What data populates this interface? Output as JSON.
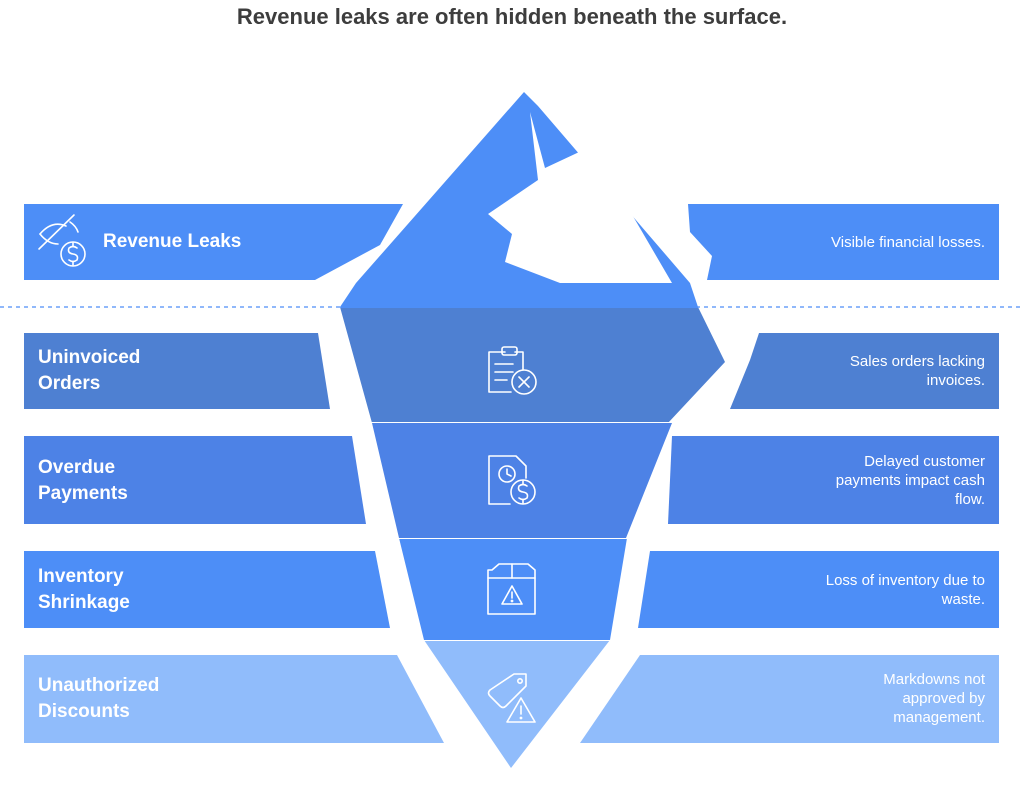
{
  "title": "Revenue leaks are often hidden beneath the surface.",
  "colors": {
    "tip": "#4D8EF7",
    "level1": "#4E80D2",
    "level2": "#4D82E6",
    "level3": "#4D8EF7",
    "level4": "#90BCFB",
    "waterline": "#4D8EF7"
  },
  "levels": [
    {
      "label": "Revenue Leaks",
      "description": "Visible financial losses.",
      "icon": "hidden-dollar-icon"
    },
    {
      "label_line1": "Uninvoiced",
      "label_line2": "Orders",
      "desc_line1": "Sales orders lacking",
      "desc_line2": "invoices.",
      "icon": "clipboard-x-icon"
    },
    {
      "label_line1": "Overdue",
      "label_line2": "Payments",
      "desc_line1": "Delayed customer",
      "desc_line2": "payments impact cash",
      "desc_line3": "flow.",
      "icon": "document-clock-dollar-icon"
    },
    {
      "label_line1": "Inventory",
      "label_line2": "Shrinkage",
      "desc_line1": "Loss of inventory due to",
      "desc_line2": "waste.",
      "icon": "box-warning-icon"
    },
    {
      "label_line1": "Unauthorized",
      "label_line2": "Discounts",
      "desc_line1": "Markdowns not",
      "desc_line2": "approved by",
      "desc_line3": "management.",
      "icon": "tag-warning-icon"
    }
  ]
}
